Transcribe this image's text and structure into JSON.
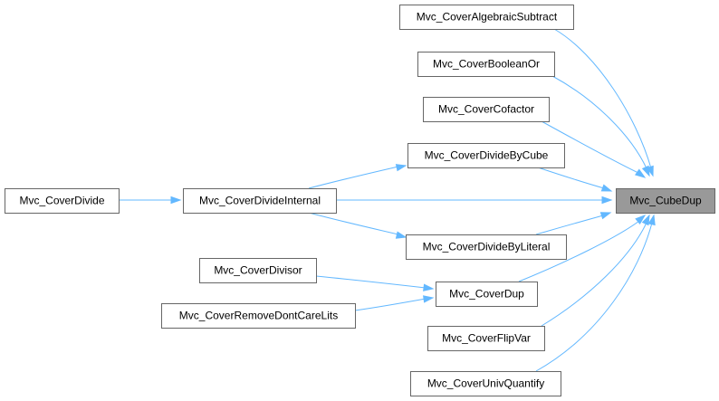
{
  "diagram": {
    "type": "call-graph",
    "colors": {
      "edge": "#63b8ff",
      "node_border": "#666666",
      "node_fill": "#ffffff",
      "target_fill": "#999999"
    },
    "nodes": [
      {
        "id": "cube_dup",
        "label": "Mvc_CubeDup",
        "highlighted": true
      },
      {
        "id": "alg_sub",
        "label": "Mvc_CoverAlgebraicSubtract"
      },
      {
        "id": "bool_or",
        "label": "Mvc_CoverBooleanOr"
      },
      {
        "id": "cofactor",
        "label": "Mvc_CoverCofactor"
      },
      {
        "id": "div_cube",
        "label": "Mvc_CoverDivideByCube"
      },
      {
        "id": "div_internal",
        "label": "Mvc_CoverDivideInternal"
      },
      {
        "id": "divide",
        "label": "Mvc_CoverDivide"
      },
      {
        "id": "div_lit",
        "label": "Mvc_CoverDivideByLiteral"
      },
      {
        "id": "divisor",
        "label": "Mvc_CoverDivisor"
      },
      {
        "id": "cover_dup",
        "label": "Mvc_CoverDup"
      },
      {
        "id": "remove_dc",
        "label": "Mvc_CoverRemoveDontCareLits"
      },
      {
        "id": "flip_var",
        "label": "Mvc_CoverFlipVar"
      },
      {
        "id": "univ_quant",
        "label": "Mvc_CoverUnivQuantify"
      }
    ],
    "edges": [
      {
        "from": "alg_sub",
        "to": "cube_dup"
      },
      {
        "from": "bool_or",
        "to": "cube_dup"
      },
      {
        "from": "cofactor",
        "to": "cube_dup"
      },
      {
        "from": "div_cube",
        "to": "cube_dup"
      },
      {
        "from": "div_internal",
        "to": "cube_dup"
      },
      {
        "from": "div_lit",
        "to": "cube_dup"
      },
      {
        "from": "cover_dup",
        "to": "cube_dup"
      },
      {
        "from": "flip_var",
        "to": "cube_dup"
      },
      {
        "from": "univ_quant",
        "to": "cube_dup"
      },
      {
        "from": "divide",
        "to": "div_internal"
      },
      {
        "from": "div_internal",
        "to": "div_cube"
      },
      {
        "from": "div_internal",
        "to": "div_lit"
      },
      {
        "from": "divisor",
        "to": "cover_dup"
      },
      {
        "from": "remove_dc",
        "to": "cover_dup"
      }
    ]
  }
}
